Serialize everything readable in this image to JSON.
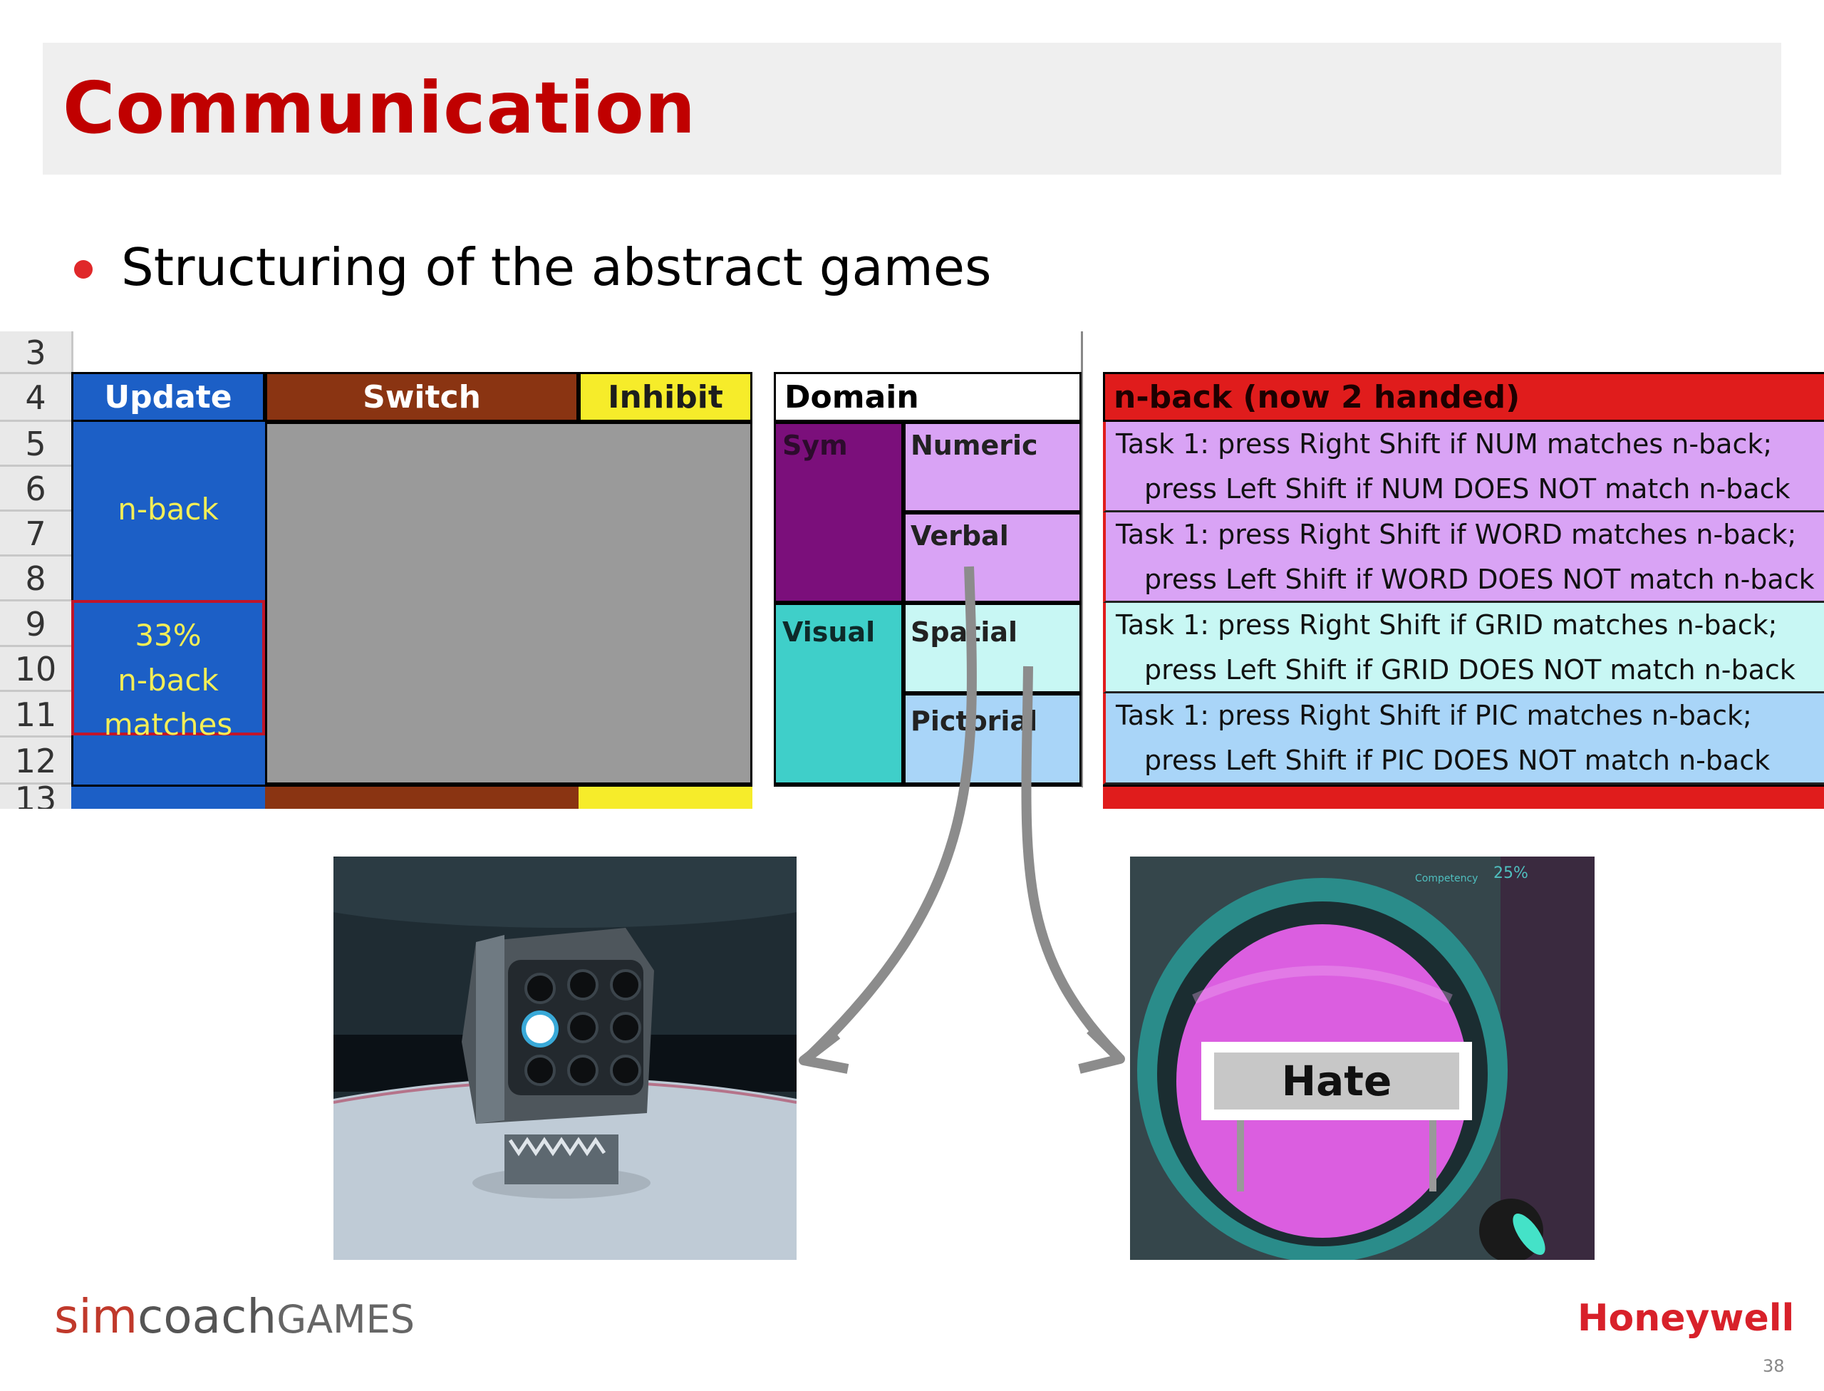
{
  "slide": {
    "title": "Communication",
    "bullet": "Structuring of the abstract games",
    "page_number": "38"
  },
  "sheet": {
    "row_numbers": [
      "3",
      "4",
      "5",
      "6",
      "7",
      "8",
      "9",
      "10",
      "11",
      "12",
      "13"
    ],
    "headers": {
      "update": "Update",
      "switch": "Switch",
      "inhibit": "Inhibit",
      "domain": "Domain",
      "nback": "n-back (now 2 handed)"
    },
    "update_cells": {
      "nback": "n-back",
      "pct": "33%",
      "nback2": "n-back",
      "matches": "matches"
    },
    "domains": {
      "sym": "Sym",
      "visual": "Visual",
      "numeric": "Numeric",
      "verbal": "Verbal",
      "spatial": "Spatial",
      "pictorial": "Pictorial"
    },
    "tasks": [
      {
        "line1": "Task 1: press Right Shift if NUM matches n-back;",
        "line2": "press Left Shift if NUM DOES NOT match n-back"
      },
      {
        "line1": "Task 1: press Right Shift if WORD matches n-back;",
        "line2": "press Left Shift if WORD DOES NOT match n-back"
      },
      {
        "line1": "Task 1: press Right Shift if GRID matches n-back;",
        "line2": "press Left Shift if GRID DOES NOT match n-back"
      },
      {
        "line1": "Task 1: press Right Shift if PIC matches n-back;",
        "line2": "press Left Shift if PIC DOES NOT match n-back"
      }
    ]
  },
  "screens": {
    "right_word": "Hate",
    "hud_label": "Competency",
    "hud_value": "25%"
  },
  "footer": {
    "logo_sim": "sim",
    "logo_coach": "coach",
    "logo_games": "GAMES",
    "brand": "Honeywell"
  },
  "colors": {
    "title_red": "#c00000",
    "update_blue": "#1c5fc6",
    "switch_brown": "#8a3412",
    "inhibit_yellow": "#f6ec2a",
    "nback_red": "#e01c1c",
    "sym_purple": "#7b0f7b",
    "visual_teal": "#3fcfc9",
    "lavender": "#d9a3f5",
    "light_cyan": "#c8f7f4",
    "light_blue": "#a9d5f8",
    "cell_text_yellow": "#f4ee56"
  }
}
